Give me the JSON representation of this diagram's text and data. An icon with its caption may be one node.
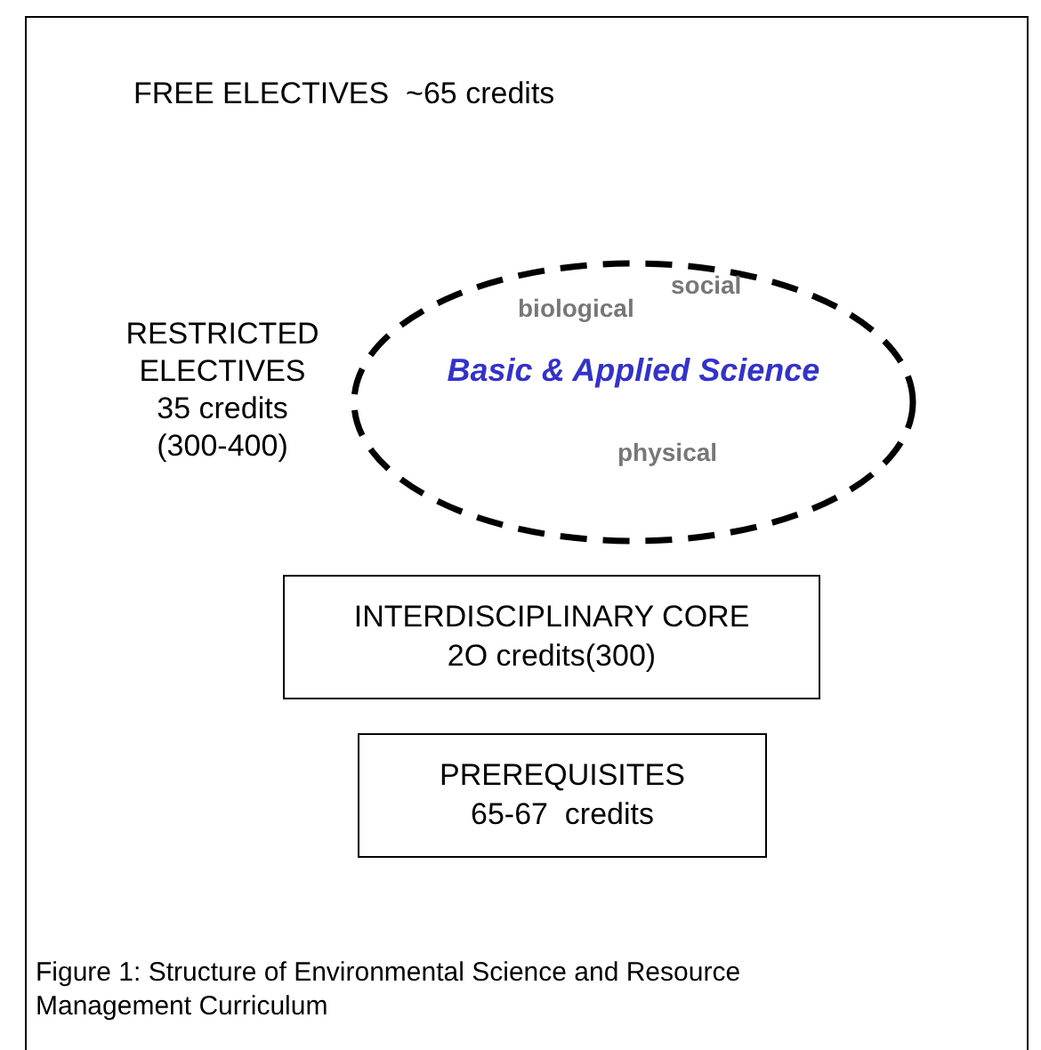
{
  "diagram": {
    "caption": "Figure 1: Structure of Environmental Science and Resource Management Curriculum",
    "nodes": [
      {
        "text": [
          "FREE ELECTIVES  ~65 credits"
        ]
      },
      {
        "text": [
          "biological",
          "social",
          "Basic & Applied Science",
          "physical"
        ],
        "beside": [
          "RESTRICTED ELECTIVES 35 credits (300-400)"
        ],
        "in": 0
      },
      {
        "text": [
          "INTERDISCIPLINARY CORE",
          "2O credits(300)"
        ],
        "in": 0
      },
      {
        "text": [
          "PREREQUISITES",
          "65-67  credits"
        ],
        "in": 0
      }
    ],
    "edges": []
  }
}
